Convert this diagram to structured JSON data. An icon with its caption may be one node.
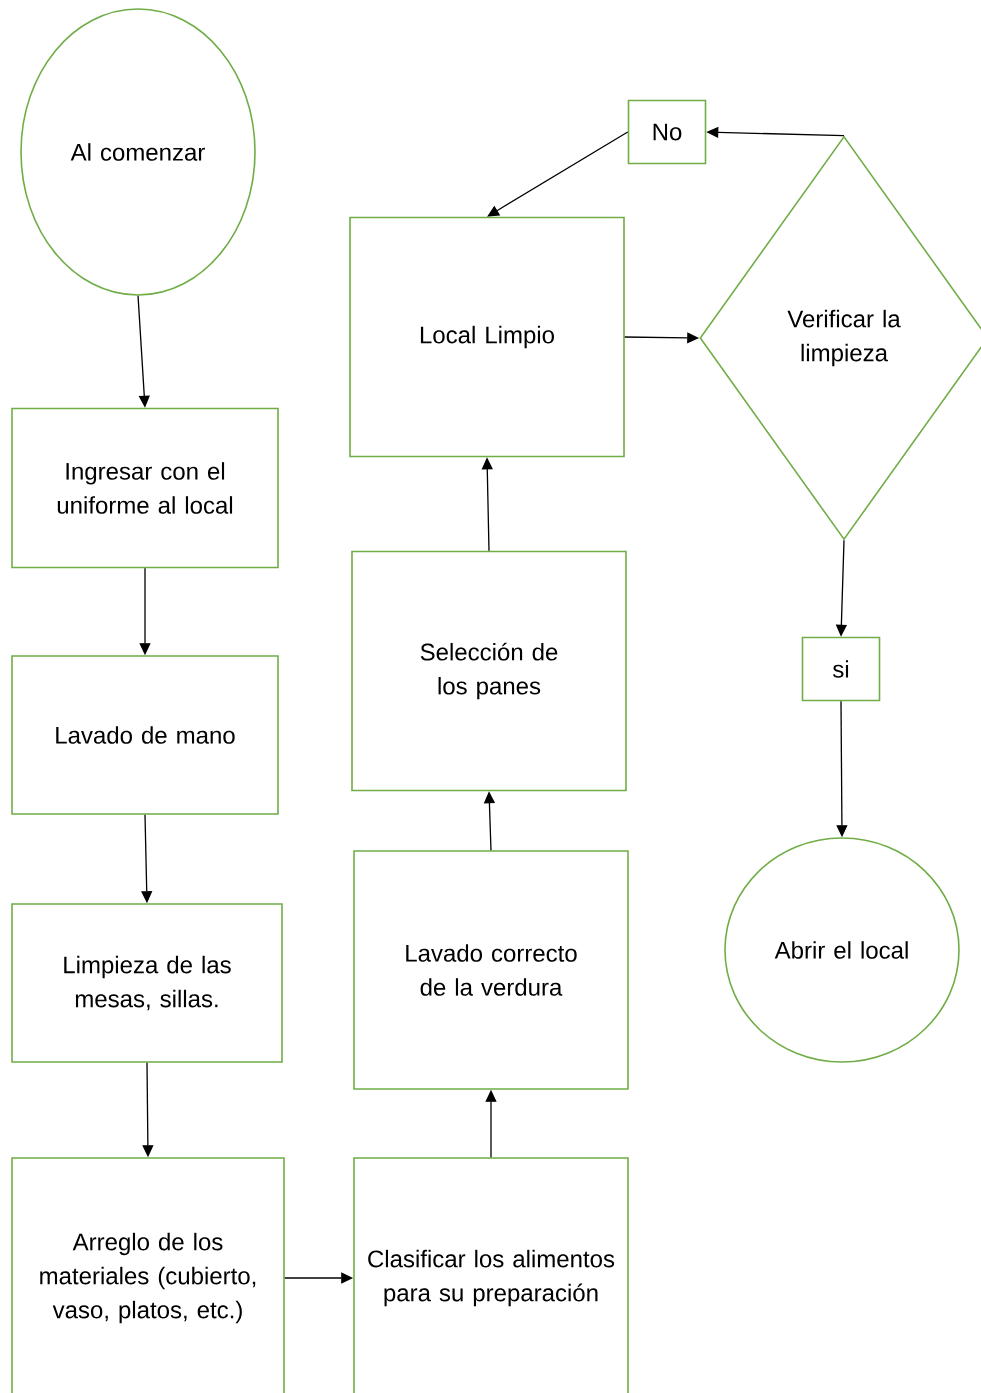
{
  "diagram": {
    "nodes": [
      {
        "text": [
          "Al comenzar"
        ]
      },
      {
        "text": [
          "Ingresar con el uniforme al local"
        ]
      },
      {
        "text": [
          "Lavado de mano"
        ]
      },
      {
        "text": [
          "Limpieza de las mesas, sillas."
        ]
      },
      {
        "text": [
          "Arreglo de los materiales (cubierto, vaso, platos, etc.)"
        ]
      },
      {
        "text": [
          "Clasificar los alimentos para su preparación"
        ]
      },
      {
        "text": [
          "Lavado correcto de la verdura"
        ]
      },
      {
        "text": [
          "Selección de los panes"
        ]
      },
      {
        "text": [
          "Local Limpio"
        ]
      },
      {
        "text": [
          "Verificar la limpieza"
        ]
      },
      {
        "text": [
          "No"
        ]
      },
      {
        "text": [
          "si"
        ]
      },
      {
        "text": [
          "Abrir el local"
        ]
      }
    ],
    "edges": [
      {
        "from": 0,
        "to": 1,
        "arrow": "to"
      },
      {
        "from": 1,
        "to": 2,
        "arrow": "to"
      },
      {
        "from": 2,
        "to": 3,
        "arrow": "to"
      },
      {
        "from": 3,
        "to": 4,
        "arrow": "to"
      },
      {
        "from": 4,
        "to": 5,
        "arrow": "to"
      },
      {
        "from": 5,
        "to": 6,
        "arrow": "to"
      },
      {
        "from": 6,
        "to": 7,
        "arrow": "to"
      },
      {
        "from": 7,
        "to": 8,
        "arrow": "to"
      },
      {
        "from": 8,
        "to": 9,
        "arrow": "to"
      },
      {
        "from": 9,
        "to": 10,
        "arrow": "to"
      },
      {
        "from": 10,
        "to": 8,
        "arrow": "to"
      },
      {
        "from": 9,
        "to": 11,
        "arrow": "to"
      },
      {
        "from": 11,
        "to": 12,
        "arrow": "to"
      }
    ]
  }
}
